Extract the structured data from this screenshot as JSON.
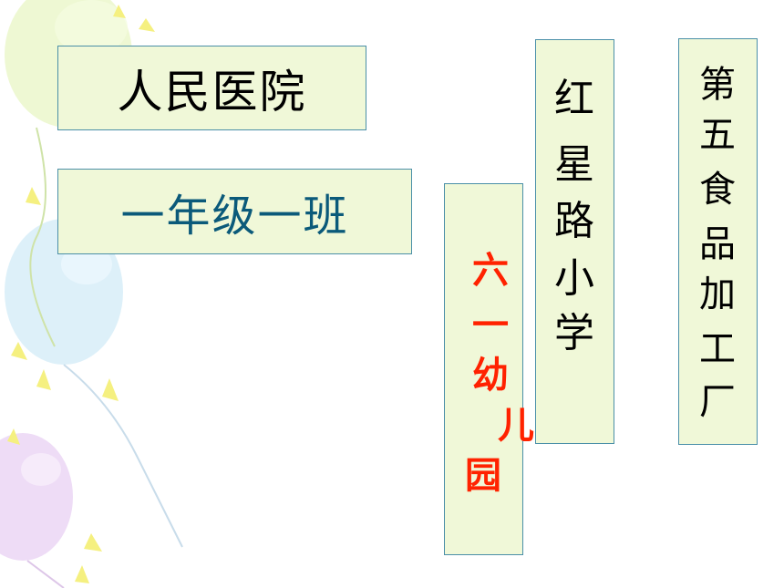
{
  "cards": {
    "hospital": "人民医院",
    "class": "一年级一班",
    "kindergarten": [
      "六",
      "一",
      "幼",
      "儿",
      "园"
    ],
    "school": [
      "红",
      "星",
      "路",
      "小",
      "学"
    ],
    "factory": [
      "第",
      "五",
      "食",
      "品",
      "加",
      "工",
      "厂"
    ]
  },
  "colors": {
    "card_bg": "#f0f8d8",
    "card_border": "#4a8fa8",
    "class_text": "#0b5a7a",
    "kindergarten_text": "#ff2200"
  }
}
